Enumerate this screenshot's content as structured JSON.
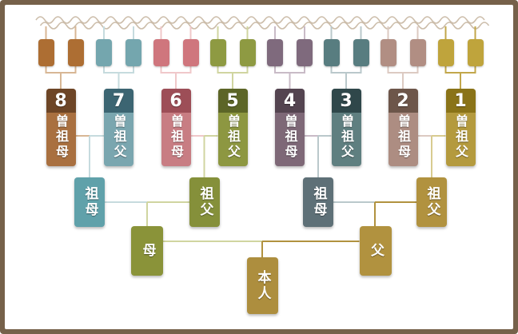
{
  "diagram_title": "family-ancestry-chart",
  "great_grandparents": [
    {
      "number": "8",
      "label": "曽祖母"
    },
    {
      "number": "7",
      "label": "曽祖父"
    },
    {
      "number": "6",
      "label": "曽祖母"
    },
    {
      "number": "5",
      "label": "曽祖父"
    },
    {
      "number": "4",
      "label": "曽祖母"
    },
    {
      "number": "3",
      "label": "曽祖父"
    },
    {
      "number": "2",
      "label": "曽祖母"
    },
    {
      "number": "1",
      "label": "曽祖父"
    }
  ],
  "grandparents": [
    {
      "label": "祖母"
    },
    {
      "label": "祖父"
    },
    {
      "label": "祖母"
    },
    {
      "label": "祖父"
    }
  ],
  "parents": [
    {
      "label": "母"
    },
    {
      "label": "父"
    }
  ],
  "self": {
    "label": "本人"
  },
  "palette": {
    "frame_border": "#76614a",
    "background": "#ffffff",
    "wave_line": "#ccbdaa",
    "line_8_brown": {
      "header": "#6d4526",
      "body": "#a97040",
      "mini": "#ad6e33",
      "connector": "#d8b795"
    },
    "line_7_teal": {
      "header": "#3c6572",
      "body": "#7aa6af",
      "mini": "#74a6ae",
      "connector": "#c6dbde"
    },
    "line_6_pink": {
      "header": "#9d4e57",
      "body": "#c87d83",
      "mini": "#cf767d",
      "connector": "#f0c8ca"
    },
    "line_5_olive": {
      "header": "#5c6527",
      "body": "#8d9741",
      "mini": "#8e9a42",
      "connector": "#d0d5a0"
    },
    "line_4_mauve": {
      "header": "#544450",
      "body": "#7e6877",
      "mini": "#7f6a7d",
      "connector": "#c9bbc7"
    },
    "line_3_slate": {
      "header": "#2f474a",
      "body": "#5f7f80",
      "mini": "#587d80",
      "connector": "#bac8cb"
    },
    "line_2_rose": {
      "header": "#6d564a",
      "body": "#ad8d82",
      "mini": "#b18e83",
      "connector": "#dccac2"
    },
    "line_1_gold": {
      "header": "#8a7318",
      "body": "#b49a3e",
      "mini": "#bfa43c",
      "connector": "#c2a74b"
    },
    "grandmother_teal": "#60a1aa",
    "grandfather_olive": "#85903a",
    "grandmother_slate": "#5e7077",
    "grandfather_gold": "#b1923f",
    "mother": "#8a9339",
    "father": "#b1923f",
    "self": "#ad8e3e"
  }
}
